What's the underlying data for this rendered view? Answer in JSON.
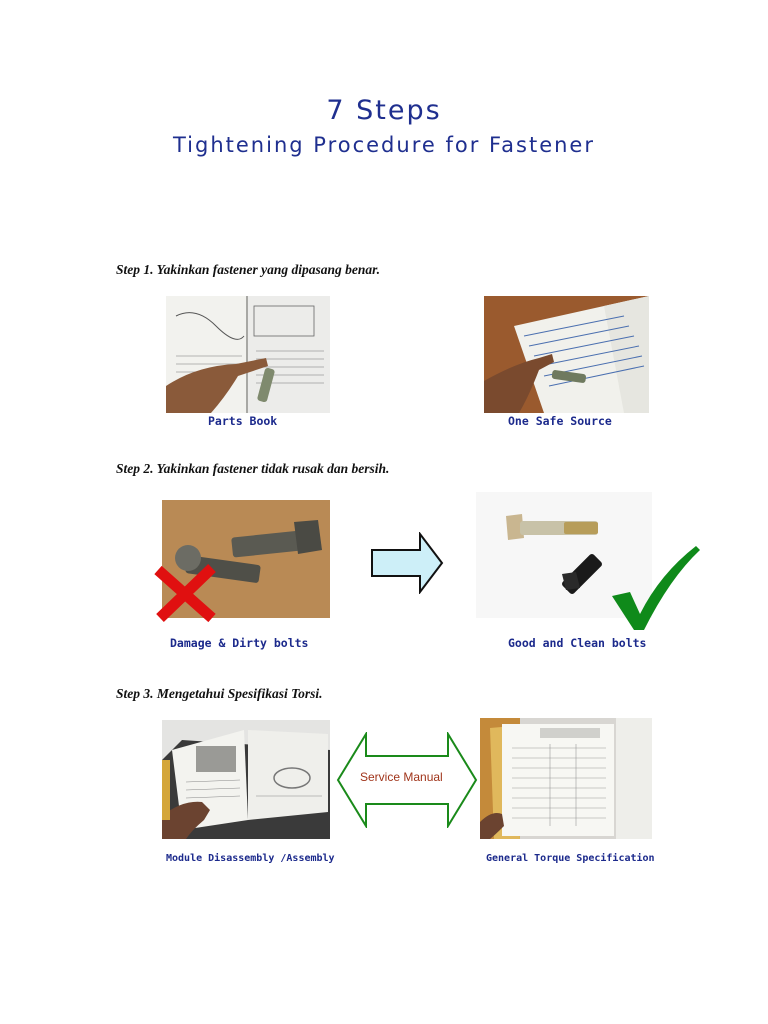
{
  "title": {
    "line1": "7  Steps",
    "line2": "Tightening Procedure for  Fastener"
  },
  "steps": [
    {
      "heading": "Step 1.  Yakinkan fastener yang dipasang benar.",
      "left_caption": "Parts Book",
      "right_caption": "One Safe Source"
    },
    {
      "heading": "Step 2. Yakinkan fastener tidak rusak dan bersih.",
      "left_caption": "Damage & Dirty bolts",
      "right_caption": "Good and Clean bolts"
    },
    {
      "heading": "Step 3.  Mengetahui Spesifikasi Torsi.",
      "left_caption": "Module Disassembly /Assembly",
      "right_caption": "General Torque Specification",
      "center_label": "Service Manual"
    }
  ],
  "colors": {
    "title": "#1f2f8f",
    "caption": "#1c2a8c",
    "cross": "#e01010",
    "check": "#0f8a1a",
    "arrow_fill": "#cdeff8",
    "double_arrow": "#1a8a1a",
    "service_manual_text": "#a0341a"
  },
  "icons": [
    "right-arrow-icon",
    "red-cross-icon",
    "green-check-icon",
    "double-arrow-icon"
  ]
}
